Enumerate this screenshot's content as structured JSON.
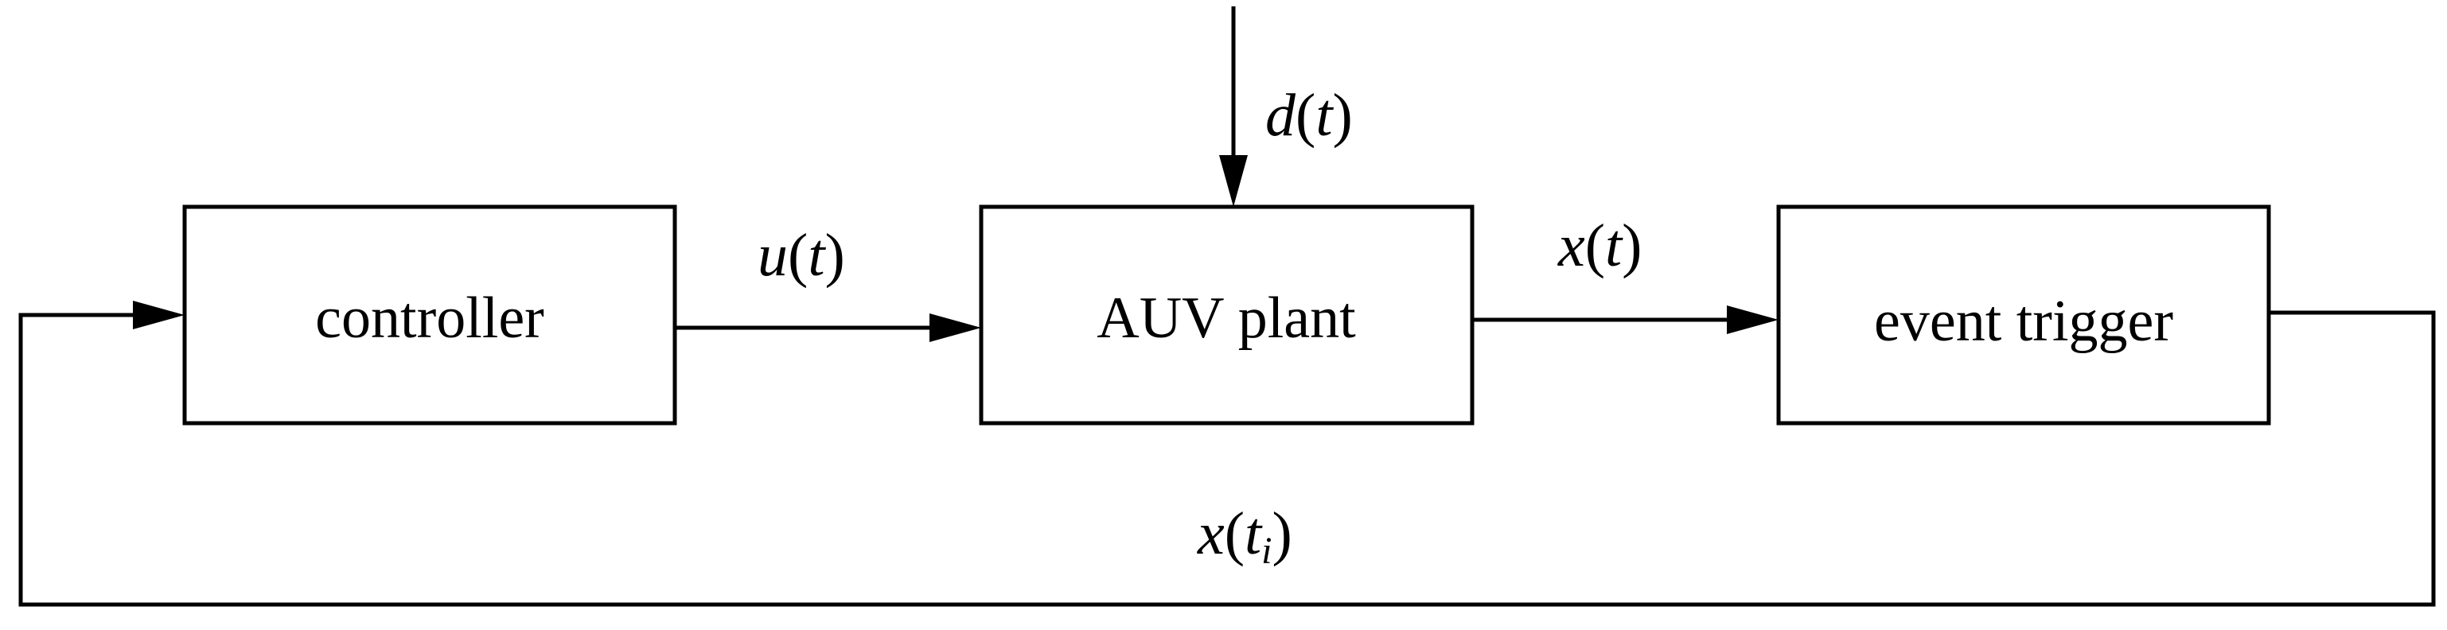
{
  "blocks": {
    "controller": {
      "label": "controller"
    },
    "plant": {
      "label": "AUV plant"
    },
    "trigger": {
      "label": "event trigger"
    }
  },
  "signals": {
    "control_input": {
      "var": "u",
      "arg": "t"
    },
    "disturbance": {
      "var": "d",
      "arg": "t"
    },
    "state": {
      "var": "x",
      "arg": "t"
    },
    "sampled_state": {
      "var": "x",
      "arg": "t",
      "sub": "i"
    }
  },
  "punctuation": {
    "open": "(",
    "close": ")"
  }
}
